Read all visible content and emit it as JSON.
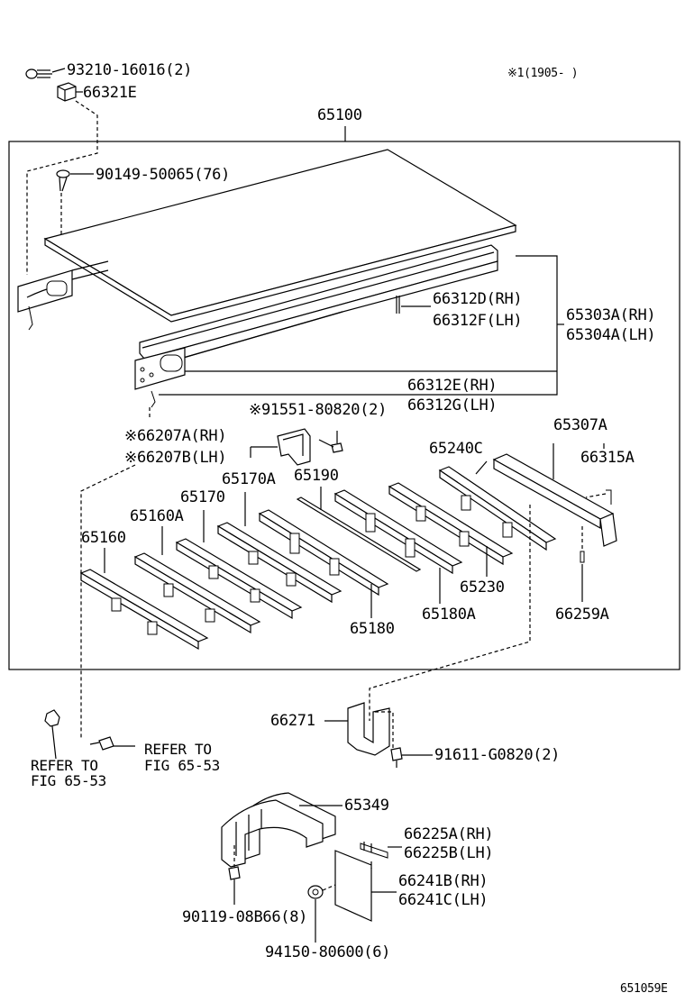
{
  "note": "※1(1905-     )",
  "figure_id": "651059E",
  "labels": {
    "p93210": "93210-16016(2)",
    "p66321E": "66321E",
    "p65100": "65100",
    "p90149": "90149-50065(76)",
    "p66312D": "66312D(RH)",
    "p66312F": "66312F(LH)",
    "p65303A": "65303A(RH)",
    "p65304A": "65304A(LH)",
    "p66312E": "66312E(RH)",
    "p66312G": "66312G(LH)",
    "p91551": "※91551-80820(2)",
    "p66207A": "※66207A(RH)",
    "p66207B": "※66207B(LH)",
    "p65307A": "65307A",
    "p66315A": "66315A",
    "p65240C": "65240C",
    "p65190": "65190",
    "p65170A": "65170A",
    "p65170": "65170",
    "p65160A": "65160A",
    "p65160": "65160",
    "p65230": "65230",
    "p65180": "65180",
    "p65180A": "65180A",
    "p66259A": "66259A",
    "p66271": "66271",
    "p91611": "91611-G0820(2)",
    "ref1_line1": "REFER TO",
    "ref1_line2": "FIG 65-53",
    "ref2_line1": "REFER TO",
    "ref2_line2": "FIG 65-53",
    "p65349": "65349",
    "p66225A": "66225A(RH)",
    "p66225B": "66225B(LH)",
    "p66241B": "66241B(RH)",
    "p66241C": "66241C(LH)",
    "p90119": "90119-08B66(8)",
    "p94150": "94150-80600(6)"
  }
}
